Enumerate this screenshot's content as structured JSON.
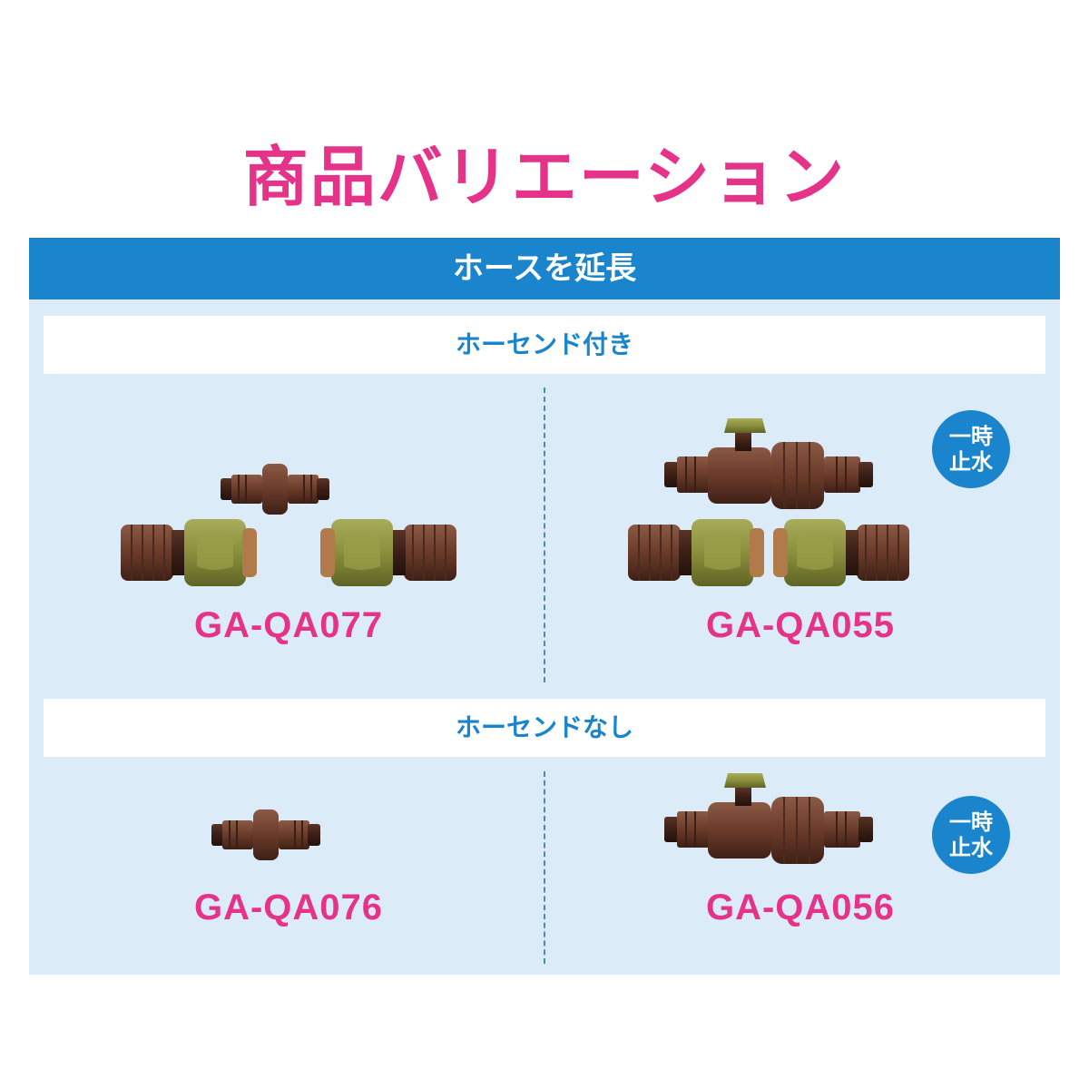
{
  "title": "商品バリエーション",
  "section": {
    "header": "ホースを延長",
    "groups": [
      {
        "label": "ホーセンド付き",
        "products": [
          {
            "code": "GA-QA077",
            "badge": null
          },
          {
            "code": "GA-QA055",
            "badge": [
              "一時",
              "止水"
            ]
          }
        ]
      },
      {
        "label": "ホーセンドなし",
        "products": [
          {
            "code": "GA-QA076",
            "badge": null
          },
          {
            "code": "GA-QA056",
            "badge": [
              "一時",
              "止水"
            ]
          }
        ]
      }
    ]
  },
  "colors": {
    "accent_pink": "#e6338a",
    "header_blue": "#1a84cd",
    "panel_bg": "#dbecf8",
    "connector_brown": "#6b3b2a",
    "coupler_olive": "#8a8f3c"
  }
}
